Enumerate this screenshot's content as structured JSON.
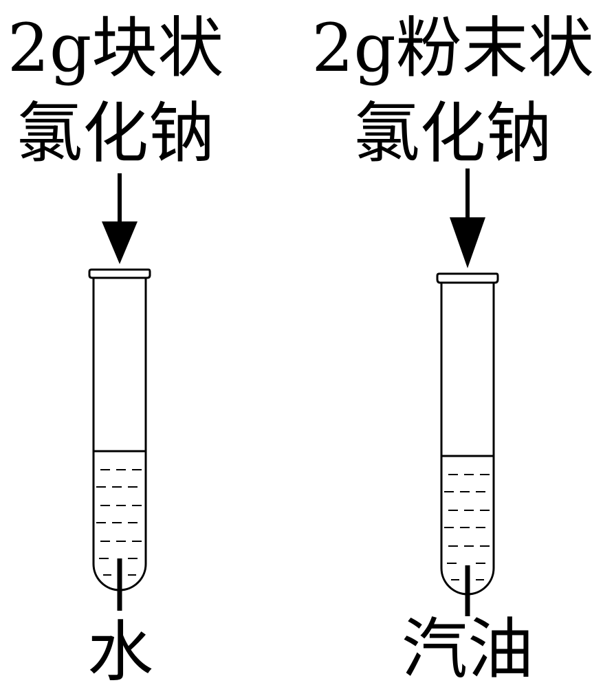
{
  "left_setup": {
    "solid_line1": "2g块状",
    "solid_line2": "氯化钠",
    "liquid": "水"
  },
  "right_setup": {
    "solid_line1": "2g粉末状",
    "solid_line2": "氯化钠",
    "liquid": "汽油"
  },
  "colors": {
    "ink": "#000000",
    "background": "#ffffff"
  }
}
